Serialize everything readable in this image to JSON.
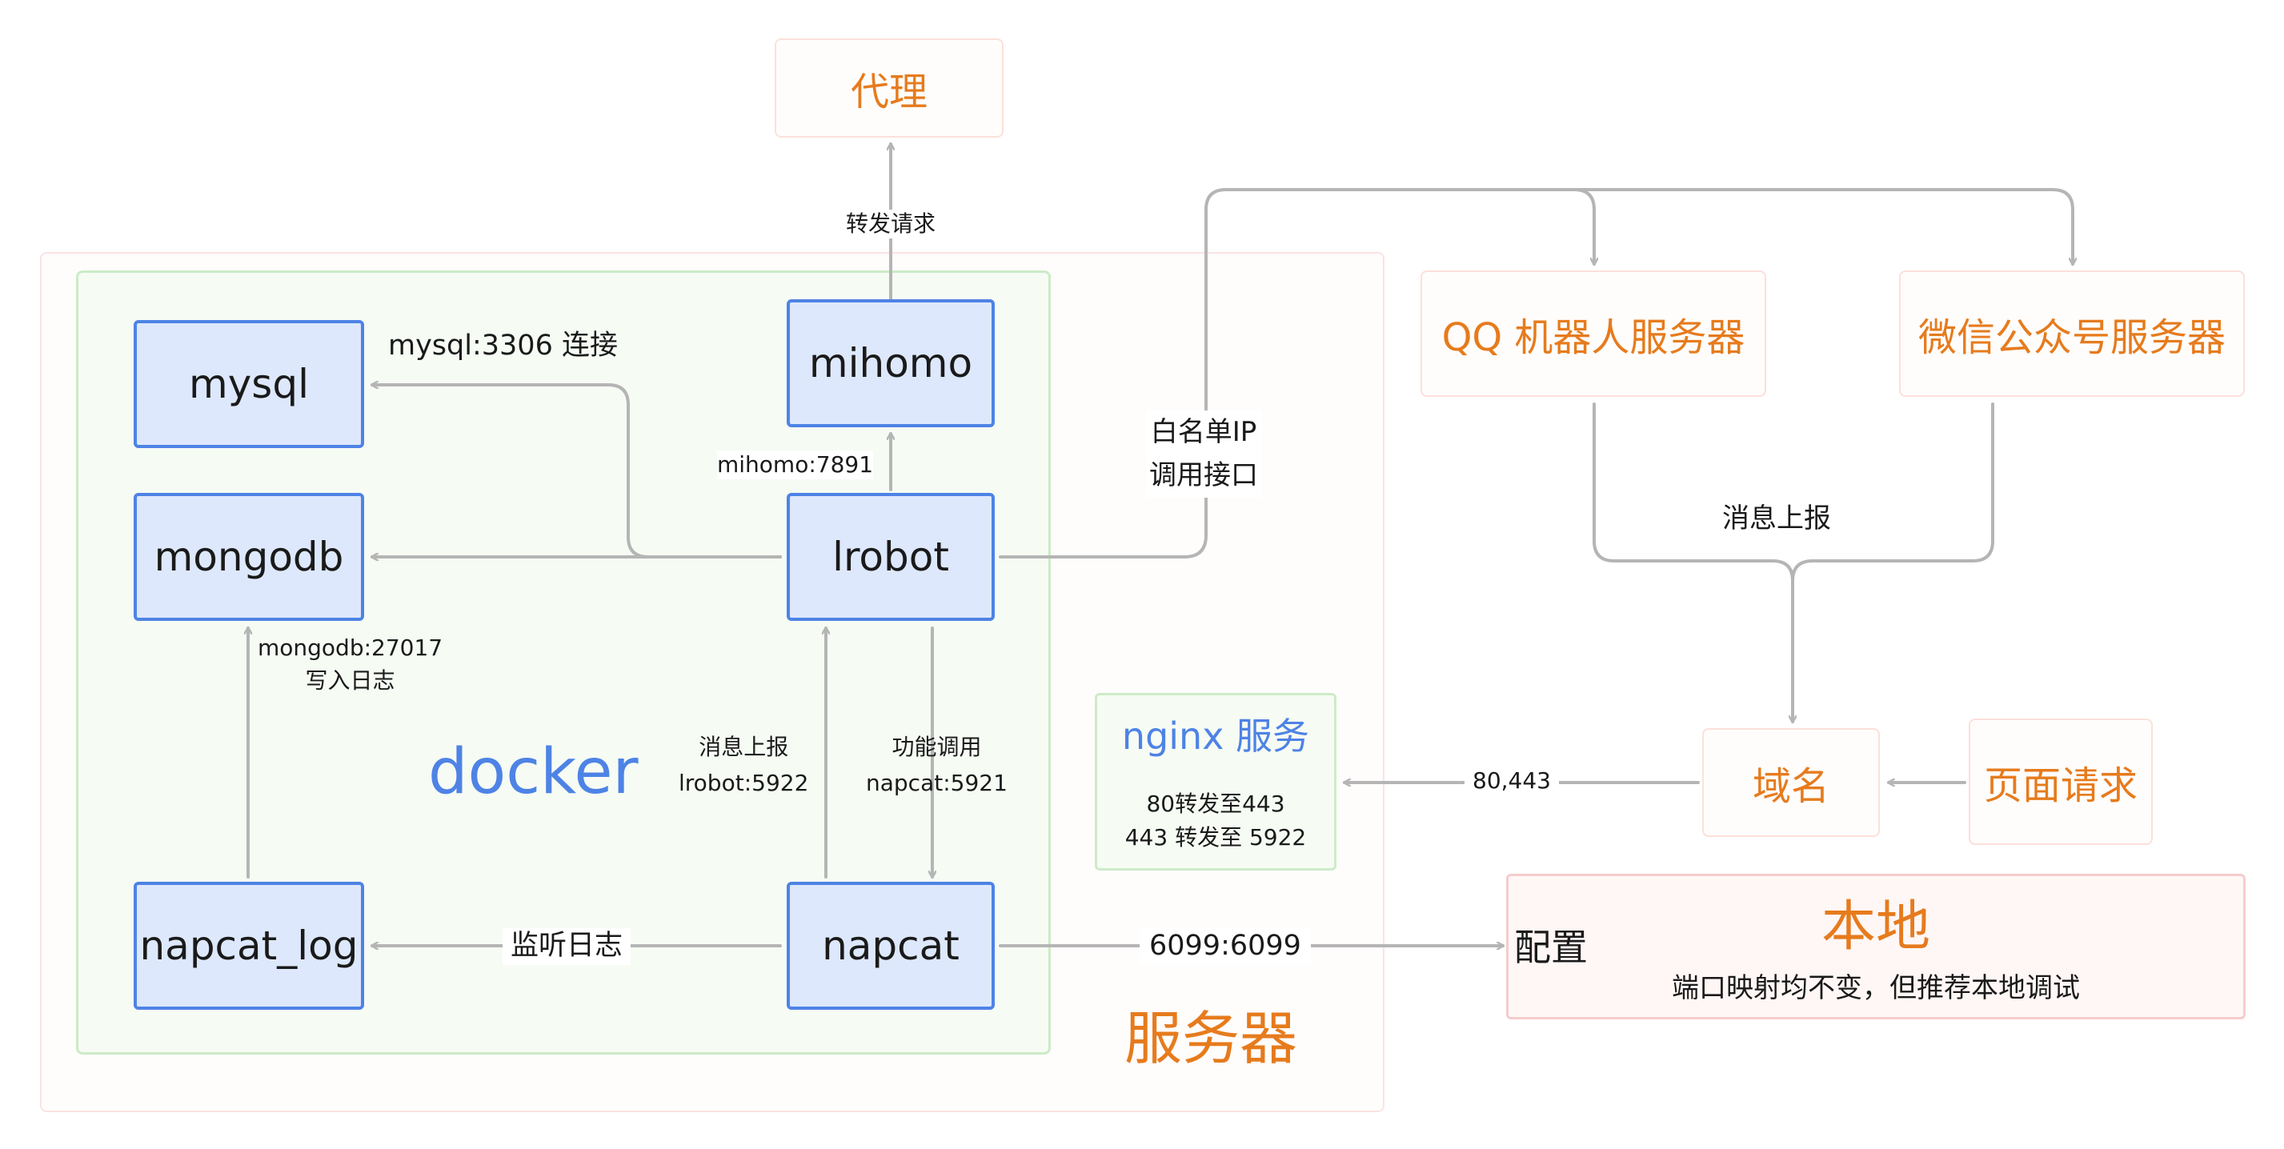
{
  "regions": {
    "server": "服务器",
    "docker": "docker"
  },
  "nodes": {
    "proxy": "代理",
    "mysql": "mysql",
    "mongodb": "mongodb",
    "mihomo": "mihomo",
    "lrobot": "lrobot",
    "napcat_log": "napcat_log",
    "napcat": "napcat",
    "qq_server": "QQ 机器人服务器",
    "wechat_server": "微信公众号服务器",
    "nginx": {
      "title": "nginx 服务",
      "rule1": "80转发至443",
      "rule2": "443 转发至 5922"
    },
    "domain": "域名",
    "page_request": "页面请求",
    "local": {
      "title": "本地",
      "subtitle": "端口映射均不变，但推荐本地调试"
    }
  },
  "edge_labels": {
    "forward_request": "转发请求",
    "mysql_connect": "mysql:3306 连接",
    "mihomo_port": "mihomo:7891",
    "whitelist_line1": "白名单IP",
    "whitelist_line2": "调用接口",
    "mongodb_log_line1": "mongodb:27017",
    "mongodb_log_line2": "写入日志",
    "report_line1": "消息上报",
    "report_line2": "lrobot:5922",
    "call_line1": "功能调用",
    "call_line2": "napcat:5921",
    "listen_log": "监听日志",
    "port_map": "6099:6099",
    "config": "配置",
    "message_report": "消息上报",
    "https_ports": "80,443"
  },
  "colors": {
    "edge": "#b5b5b5",
    "blue_accent": "#4e83e6",
    "orange_accent": "#e67b1d"
  }
}
